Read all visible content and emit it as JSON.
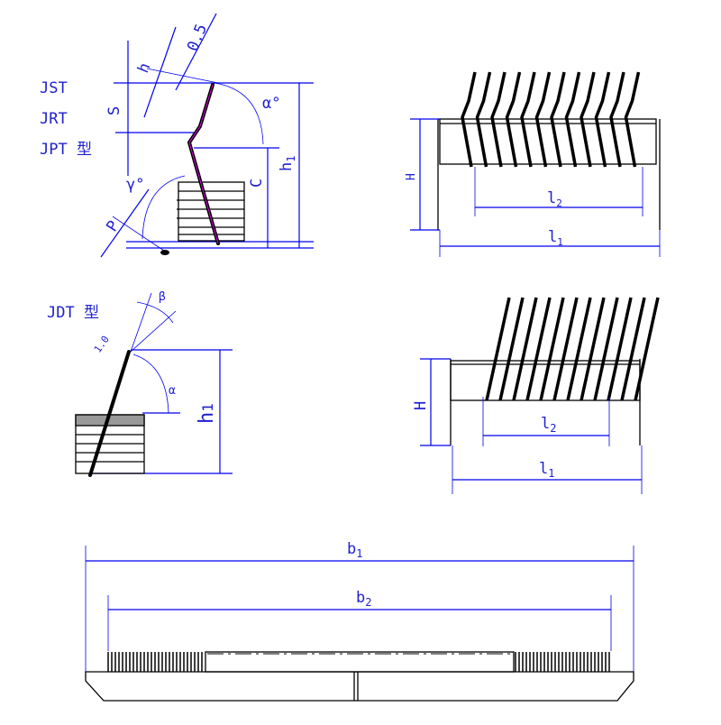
{
  "jst_view": {
    "type_labels": [
      "JST",
      "JRT",
      "JPT 型"
    ],
    "dims": {
      "S": "S",
      "h": "h",
      "thickness": "0.5",
      "alpha": "α°",
      "h1": "h",
      "h1_sub": "1",
      "C": "C",
      "gamma": "γ°",
      "P": "P"
    }
  },
  "jdt_view": {
    "type_label": "JDT 型",
    "dims": {
      "tip": "1.0",
      "beta": "β",
      "alpha": "α",
      "h1": "h",
      "h1_sub": "1"
    }
  },
  "top_right_view": {
    "H": "H",
    "l2": "l",
    "l2_sub": "2",
    "l1": "l",
    "l1_sub": "1"
  },
  "mid_right_view": {
    "H": "H",
    "l2": "l",
    "l2_sub": "2",
    "l1": "l",
    "l1_sub": "1"
  },
  "bottom_view": {
    "b1": "b",
    "b1_sub": "1",
    "b2": "b",
    "b2_sub": "2"
  }
}
